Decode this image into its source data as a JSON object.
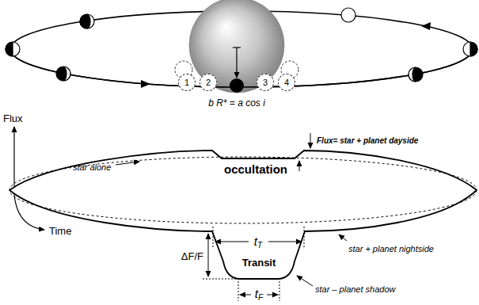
{
  "diagram": {
    "nodes": [
      {
        "text": [
          "1"
        ]
      },
      {
        "text": [
          "2"
        ]
      },
      {
        "text": [
          "3"
        ]
      },
      {
        "text": [
          "4"
        ]
      }
    ],
    "labels": [
      "b R* = a cos i",
      "Flux",
      "Flux= star + planet dayside",
      "star alone",
      "occultation",
      "Time",
      "star + planet nightside",
      "ΔF/F",
      "tT",
      "Transit",
      "tF",
      "star – planet shadow"
    ]
  }
}
